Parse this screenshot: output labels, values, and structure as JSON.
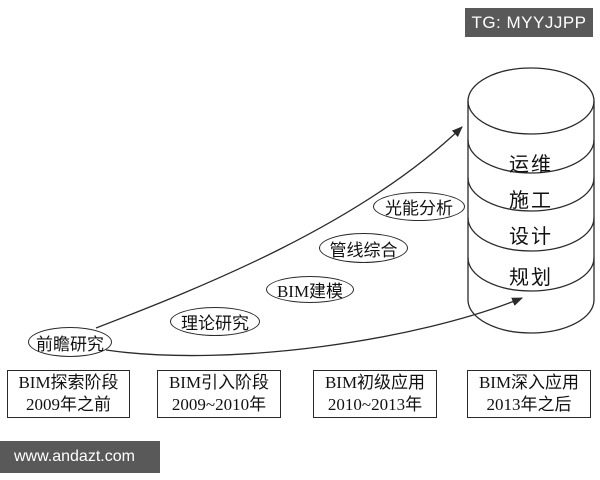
{
  "badge": {
    "text": "TG: MYYJJPP"
  },
  "watermark": {
    "text": "www.andazt.com"
  },
  "colors": {
    "watermark_bg": "#595959",
    "watermark_fg": "#ffffff",
    "line": "#2a2a2a",
    "background": "#ffffff"
  },
  "diagram": {
    "topics": [
      {
        "label": "前瞻研究"
      },
      {
        "label": "理论研究"
      },
      {
        "label": "BIM建模"
      },
      {
        "label": "管线综合"
      },
      {
        "label": "光能分析"
      }
    ],
    "cylinder": {
      "layers": [
        "运维",
        "施工",
        "设计",
        "规划"
      ]
    },
    "stages": [
      {
        "line1": "BIM探索阶段",
        "line2": "2009年之前"
      },
      {
        "line1": "BIM引入阶段",
        "line2": "2009~2010年"
      },
      {
        "line1": "BIM初级应用",
        "line2": "2010~2013年"
      },
      {
        "line1": "BIM深入应用",
        "line2": "2013年之后"
      }
    ]
  }
}
